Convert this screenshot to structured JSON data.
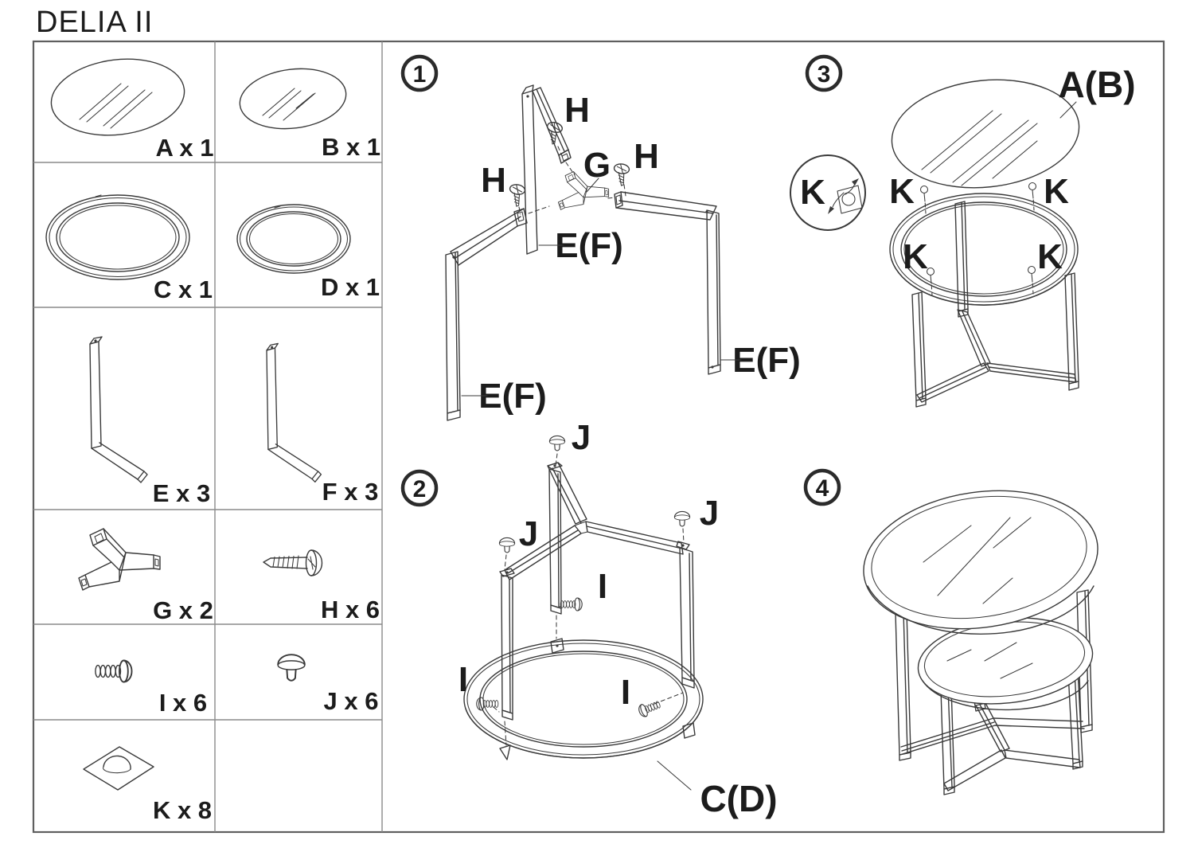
{
  "title": "DELIA II",
  "colors": {
    "line": "#3a3a3a",
    "grid": "#8a8a8a",
    "text": "#1c1c1c",
    "background": "#ffffff"
  },
  "parts": [
    {
      "id": "A",
      "label": "A x 1"
    },
    {
      "id": "B",
      "label": "B x 1"
    },
    {
      "id": "C",
      "label": "C x 1"
    },
    {
      "id": "D",
      "label": "D x 1"
    },
    {
      "id": "E",
      "label": "E x 3"
    },
    {
      "id": "F",
      "label": "F x 3"
    },
    {
      "id": "G",
      "label": "G x 2"
    },
    {
      "id": "H",
      "label": "H x 6"
    },
    {
      "id": "I",
      "label": "I x 6"
    },
    {
      "id": "J",
      "label": "J x 6"
    },
    {
      "id": "K",
      "label": "K x 8"
    }
  ],
  "steps": {
    "s1": {
      "num": "1",
      "screw": "H",
      "connector": "G",
      "leg": "E(F)"
    },
    "s2": {
      "num": "2",
      "glide": "J",
      "bolt": "I",
      "ring": "C(D)"
    },
    "s3": {
      "num": "3",
      "top": "A(B)",
      "pad": "K"
    },
    "s4": {
      "num": "4"
    }
  }
}
